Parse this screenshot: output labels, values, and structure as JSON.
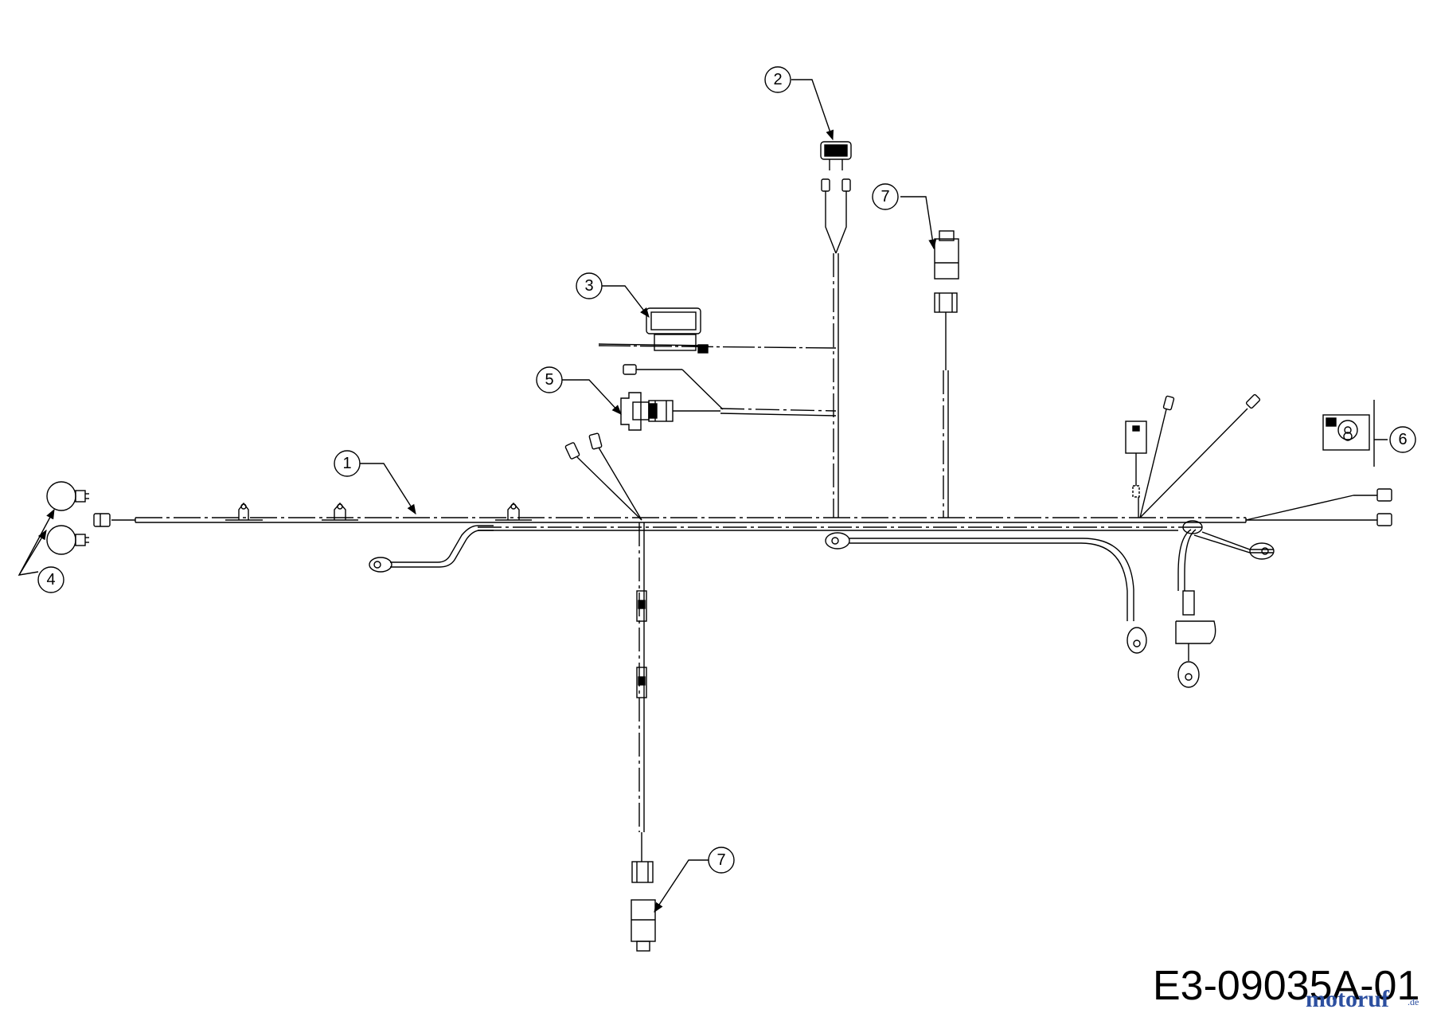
{
  "diagram": {
    "drawing_code": "E3-09035A-01",
    "callouts": [
      "1",
      "2",
      "3",
      "4",
      "5",
      "6",
      "7",
      "7"
    ],
    "watermark": {
      "text": "motoruf",
      "suffix": ".de",
      "colors": [
        "#2c4fa0",
        "#d94a2b",
        "#f0a020"
      ]
    }
  }
}
